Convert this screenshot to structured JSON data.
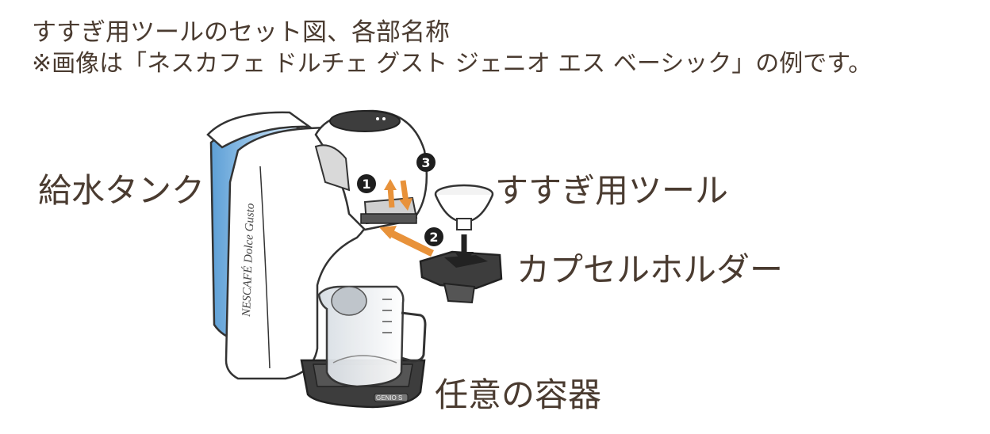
{
  "heading": {
    "line1": "すすぎ用ツールのセット図、各部名称",
    "line2": "※画像は「ネスカフェ ドルチェ グスト ジェニオ エス ベーシック」の例です。"
  },
  "labels": {
    "water_tank": "給水タンク",
    "rinse_tool": "すすぎ用ツール",
    "capsule_holder": "カプセルホルダー",
    "container": "任意の容器"
  },
  "steps": [
    "1",
    "2",
    "3"
  ],
  "machine_text": {
    "brand": "NESCAFÉ Dolce Gusto",
    "model": "GENIO S"
  },
  "colors": {
    "text": "#4a3b30",
    "arrow_orange": "#e8923a",
    "tank_blue": "#7fb6e0",
    "dark_part": "#3d3d3d",
    "outline": "#333333"
  }
}
